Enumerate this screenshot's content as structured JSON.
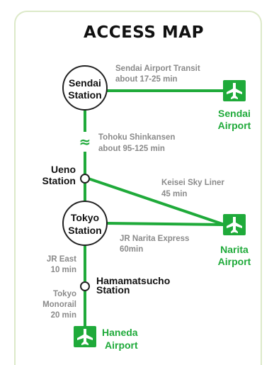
{
  "title": "ACCESS MAP",
  "colors": {
    "route_line": "#1faa3a",
    "airport_icon_bg": "#1faa3a",
    "card_border": "#dce9c8",
    "route_text": "#8a8a8a",
    "station_text": "#111111"
  },
  "stations": {
    "sendai": {
      "line1": "Sendai",
      "line2": "Station"
    },
    "ueno": {
      "line1": "Ueno",
      "line2": "Station"
    },
    "tokyo": {
      "line1": "Tokyo",
      "line2": "Station"
    },
    "hamamatsucho": {
      "line1": "Hamamatsucho",
      "line2": "Station"
    }
  },
  "airports": {
    "sendai": {
      "line1": "Sendai",
      "line2": "Airport",
      "icon": "airplane-icon"
    },
    "narita": {
      "line1": "Narita",
      "line2": "Airport",
      "icon": "airplane-icon"
    },
    "haneda": {
      "line1": "Haneda",
      "line2": "Airport",
      "icon": "airplane-icon"
    }
  },
  "routes": {
    "sendai_transit": {
      "line1": "Sendai Airport Transit",
      "line2": "about 17-25 min"
    },
    "shinkansen": {
      "line1": "Tohoku Shinkansen",
      "line2": "about 95-125 min",
      "break_symbol": "≈"
    },
    "skyliner": {
      "line1": "Keisei Sky Liner",
      "line2": "45 min"
    },
    "narita_express": {
      "line1": "JR Narita Express",
      "line2": "60min"
    },
    "jr_east": {
      "line1": "JR East",
      "line2": "10 min"
    },
    "monorail": {
      "line1": "Tokyo",
      "line2": "Monorail",
      "line3": "20 min"
    }
  }
}
